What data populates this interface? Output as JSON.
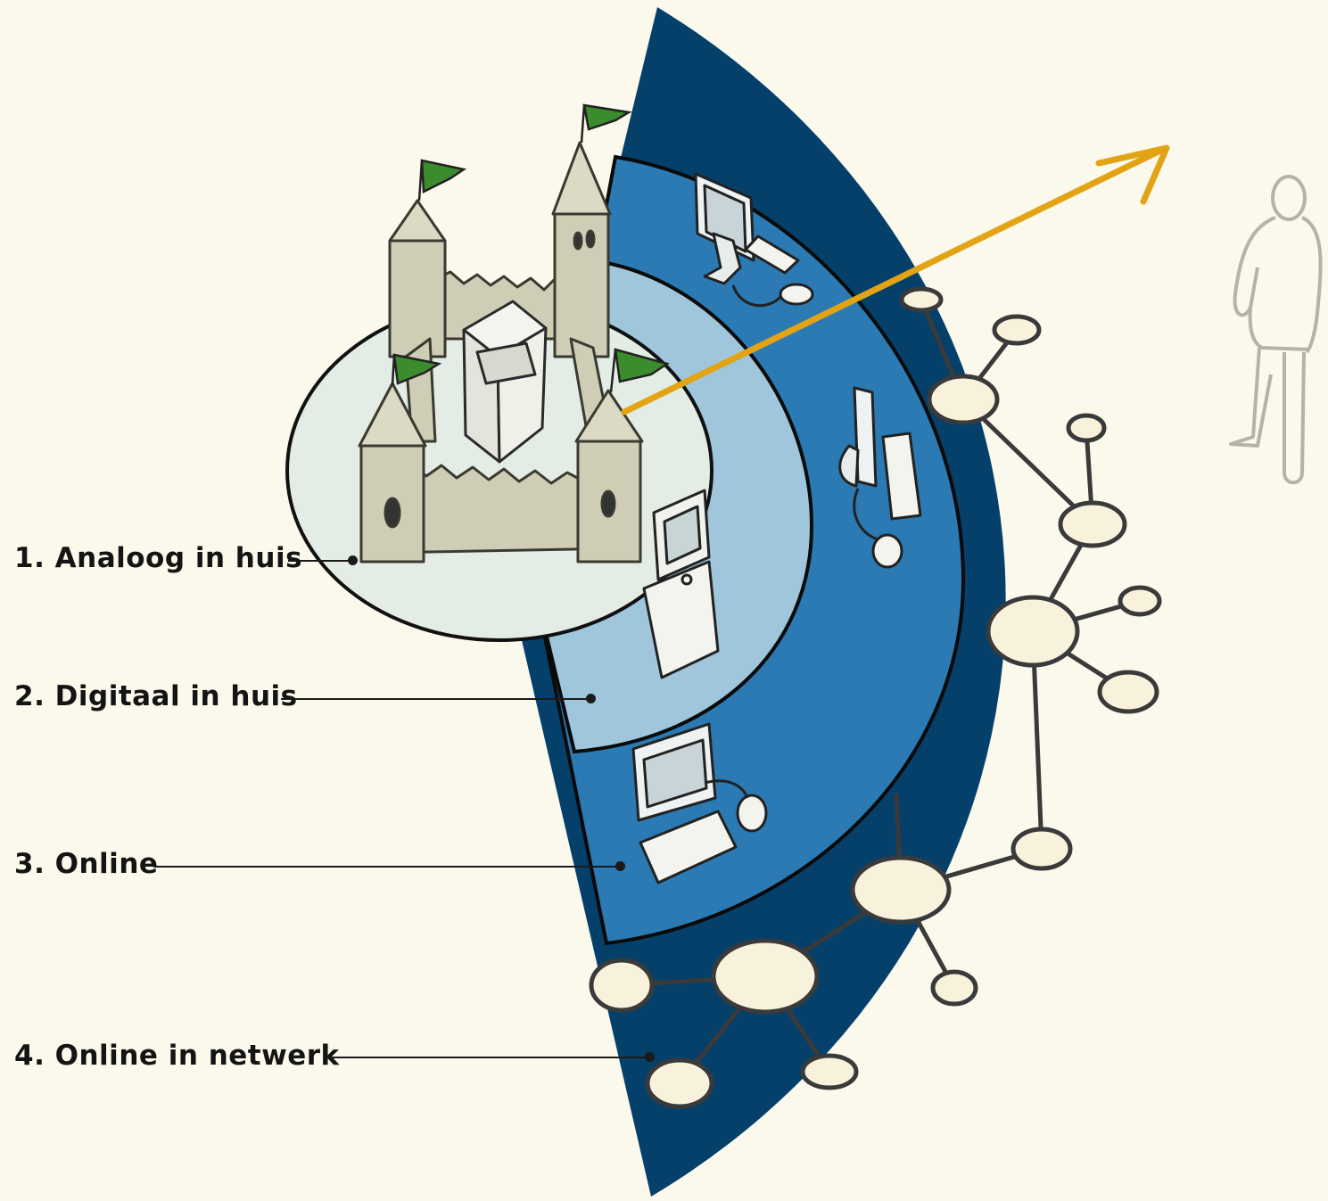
{
  "layers": [
    {
      "id": "analog",
      "label": "1. Analoog in huis"
    },
    {
      "id": "digital",
      "label": "2. Digitaal in huis"
    },
    {
      "id": "online",
      "label": "3. Online"
    },
    {
      "id": "network",
      "label": "4. Online in netwerk"
    }
  ],
  "colors": {
    "background": "#fbf8ec",
    "network_ring": "#05406a",
    "online_ring": "#2b7ab3",
    "digital_ring": "#9fc6db",
    "analog_core": "#e3ede6",
    "arrow": "#e2a414",
    "flag": "#3a8c2c",
    "castle": "#d0cdb7",
    "node": "#f8f1dc"
  },
  "icons": [
    "castle-icon",
    "archive-box-icon",
    "kiosk-icon",
    "desktop-computer-icon",
    "laptop-computer-icon",
    "workstation-icon",
    "network-graph-icon",
    "person-icon",
    "growth-arrow-icon"
  ]
}
